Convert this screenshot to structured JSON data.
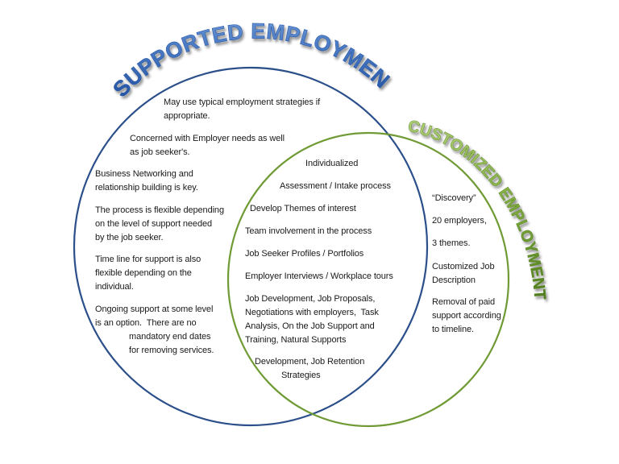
{
  "diagram": {
    "type": "venn",
    "colors": {
      "supported_circle": "#2b4f8a",
      "customized_circle": "#6f9a34",
      "supported_title_fill": "#4f7fc7",
      "customized_title_fill": "#7ea83e",
      "text": "#1a1a1a",
      "background": "#ffffff"
    },
    "supported": {
      "title": "SUPPORTED EMPLOYMENT",
      "items": [
        "May use typical employment strategies if",
        "appropriate.",
        "Concerned with Employer needs as well",
        "as job seeker's.",
        "Business Networking and",
        "relationship building is key.",
        "The process is flexible depending",
        "on the level of support needed",
        "by the job seeker.",
        "Time line for support is also",
        "flexible depending on the",
        "individual.",
        "Ongoing support at some level",
        "is an option.  There are no",
        "mandatory end dates",
        "for removing services."
      ]
    },
    "overlap": {
      "items": [
        "Individualized",
        "Assessment / Intake process",
        "Develop Themes of interest",
        "Team involvement in the process",
        "Job Seeker Profiles / Portfolios",
        "Employer Interviews / Workplace tours",
        "Job Development, Job Proposals,",
        "Negotiations with employers,  Task",
        "Analysis, On the Job Support and",
        "Training, Natural Supports",
        "Development, Job Retention",
        "Strategies"
      ]
    },
    "customized": {
      "title": "CUSTOMIZED EMPLOYMENT",
      "items": [
        "“Discovery”",
        "20 employers,",
        "3 themes.",
        "Customized Job",
        "Description",
        "Removal of paid",
        "support according",
        "to timeline."
      ]
    }
  }
}
